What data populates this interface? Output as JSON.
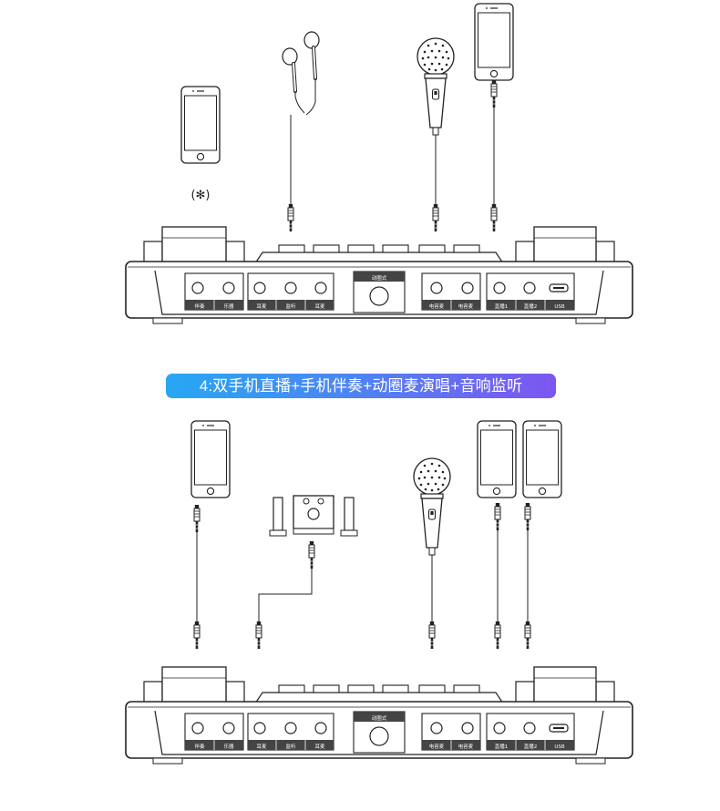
{
  "diagram_4": {
    "title": "4:双手机直播+手机伴奏+动圈麦演唱+音响监听"
  },
  "device": {
    "label_accompany": "伴奏",
    "label_music": "乐器",
    "label_headphone": "耳麦",
    "label_monitor": "监听",
    "label_earphone": "耳麦",
    "label_dynamic_mic_mode": "动圈式",
    "label_condenser_mic_1": "电容麦",
    "label_condenser_mic_2": "电容麦",
    "label_live_1": "直播1",
    "label_live_2": "直播2",
    "label_usb": "USB"
  },
  "bluetooth_symbol": "(✻)",
  "accent_colors": {
    "banner_start": "#27a7f3",
    "banner_end": "#7d56ef",
    "line": "#222222"
  }
}
